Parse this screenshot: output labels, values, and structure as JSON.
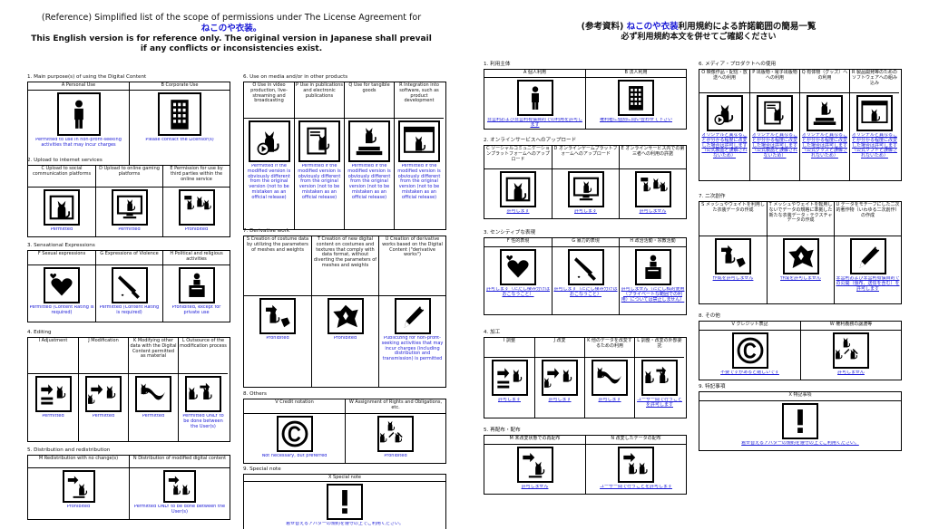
{
  "left_title": {
    "line1": "(Reference) Simplified list of the scope of permissions under The License Agreement for",
    "line2": "ねこのや衣装。",
    "line3": "This English version is for reference only. The original version in Japanese shall prevail if any conflicts or inconsistencies exist."
  },
  "right_title": {
    "line1_a": "(参考資料) ",
    "line1_b": "ねこのや衣装",
    "line1_c": "利用規約による許諾範囲の簡易一覧",
    "line2": "必ず利用規約本文を併せてご確認ください"
  },
  "left": {
    "s1": {
      "title": "1. Main purpose(s) of using the Digital Content",
      "cells": [
        {
          "head": "A Personal Use",
          "icon": "person-icon",
          "result": "Permitted to use in non-profit-seeking activities that may incur charges"
        },
        {
          "head": "B Corporate Use",
          "icon": "building-icon",
          "result": "Please contact the Licensor(s)"
        }
      ]
    },
    "s2": {
      "title": "2. Upload to internet services",
      "cells": [
        {
          "head": "C Upload to social communication platforms",
          "icon": "cat-window-icon",
          "result": "Permitted"
        },
        {
          "head": "D Upload to online gaming platforms",
          "icon": "cat-monitor-icon",
          "result": "Permitted"
        },
        {
          "head": "E Permission for use by third parties within the online service",
          "icon": "cat-group-icon",
          "result": "Prohibited"
        }
      ]
    },
    "s3": {
      "title": "3. Sensational Expressions",
      "cells": [
        {
          "head": "F Sexual expressions",
          "icon": "hearts-icon",
          "result": "Permitted (Content Rating is required)"
        },
        {
          "head": "G Expressions of Violence",
          "icon": "knife-icon",
          "result": "Permitted (Content Rating is required)"
        },
        {
          "head": "H Political and religious activities",
          "icon": "podium-icon",
          "result": "Prohibited, except for private use"
        }
      ]
    },
    "s4": {
      "title": "4. Editing",
      "cells": [
        {
          "head": "I Adjustment",
          "icon": "adjust-icon",
          "result": "Permitted"
        },
        {
          "head": "J Modification",
          "icon": "modify-icon",
          "result": "Permitted"
        },
        {
          "head": "K Modifying other data with the Digital Content permitted as material",
          "icon": "ribbon-cat-icon",
          "result": "Permitted"
        },
        {
          "head": "L Outsource of the modification process",
          "icon": "outsource-icon",
          "result": "Permitted ONLY to be done between the User(s)"
        }
      ]
    },
    "s5": {
      "title": "5. Distribution and redistribution",
      "cells": [
        {
          "head": "M Redistribution with no change(s)",
          "icon": "redistribute-icon",
          "result": "Prohibited"
        },
        {
          "head": "N Distribution of modified digital content",
          "icon": "modified-distribute-icon",
          "result": "Permitted ONLY to be done between the User(s)"
        }
      ]
    },
    "s6": {
      "title": "6. Use on media and/or in other products",
      "cells": [
        {
          "head": "O Use in video production, live-streaming and broadcasting",
          "icon": "cat-video-icon",
          "result": "Permitted if the modified version is obviously different from the original version (not to be mistaken as an official release)"
        },
        {
          "head": "P Use in publications and electronic publications",
          "icon": "cat-document-icon",
          "result": "Permitted if the modified version is obviously different from the original version (not to be mistaken as an official release)"
        },
        {
          "head": "Q Use for tangible goods",
          "icon": "cat-figure-icon",
          "result": "Permitted if the modified version is obviously different from the original version (not to be mistaken as an official release)"
        },
        {
          "head": "R Integration into software, such as product development",
          "icon": "cat-software-icon",
          "result": "Permitted if the modified version is obviously different from the original version (not to be mistaken as an official release)"
        }
      ]
    },
    "s7": {
      "title": "7. Derivative work",
      "cells": [
        {
          "head": "S Creation of costume data by utilizing the parameters of meshes and weights",
          "icon": "mesh-cat-icon",
          "result": "Prohibited"
        },
        {
          "head": "T Creation of new digital content on costumes and textures that comply with data format, without diverting the parameters of meshes and weights",
          "icon": "new-costume-icon",
          "result": "Prohibited"
        },
        {
          "head": "U Creation of derivative works based on the Digital Content (\"derivative works\")",
          "icon": "pen-icon",
          "result": "Publicizing for non-profit-seeking activities that may incur charges (including distribution and transmission) is permitted"
        }
      ]
    },
    "s8": {
      "title": "8. Others",
      "cells": [
        {
          "head": "V Credit notation",
          "icon": "copyright-icon",
          "result": "Not necessary, but preferred"
        },
        {
          "head": "W Assignment of Rights and Obligations, etc.",
          "icon": "assignment-icon",
          "result": "Prohibited"
        }
      ]
    },
    "s9": {
      "title": "9. Special note",
      "cells": [
        {
          "head": "X Special note",
          "icon": "exclamation-icon",
          "result": "着せ替えるアバターの規約を遵守の上でご利用ください。"
        }
      ]
    }
  },
  "right": {
    "s1": {
      "title": "1. 利用主体",
      "cells": [
        {
          "head": "A 個人利用",
          "icon": "person-icon",
          "result": "非営利および非営利有償目的での利用を許可します"
        },
        {
          "head": "B 法人利用",
          "icon": "building-icon",
          "result": "権利者に個別に問い合わせて下さい"
        }
      ]
    },
    "s2": {
      "title": "2. オンラインサービスへのアップロード",
      "cells": [
        {
          "head": "C ソーシャルコミュニケーションプラットフォームへのアップロード",
          "icon": "cat-window-icon",
          "result": "許可します"
        },
        {
          "head": "D オンラインゲームプラットフォームへのアップロード",
          "icon": "cat-monitor-icon",
          "result": "許可します"
        },
        {
          "head": "E オンラインサービス内での第三者への利用の許諾",
          "icon": "cat-group-icon",
          "result": "許可しません"
        }
      ]
    },
    "s3": {
      "title": "3. センシティブな表現",
      "cells": [
        {
          "head": "F 性的表現",
          "icon": "hearts-icon",
          "result": "許可します（ただし棲み分けはおこなうこと）"
        },
        {
          "head": "G 暴力的表現",
          "icon": "knife-icon",
          "result": "許可します（ただし棲み分けはおこなうこと）"
        },
        {
          "head": "H 政治活動・宗教活動",
          "icon": "podium-icon",
          "result": "許可しません（ただし私的使用（プライベートな範囲での利用）については禁止しません）"
        }
      ]
    },
    "s4": {
      "title": "4. 加工",
      "cells": [
        {
          "head": "I 調整",
          "icon": "adjust-icon",
          "result": "許可します"
        },
        {
          "head": "J 改変",
          "icon": "modify-icon",
          "result": "許可します"
        },
        {
          "head": "K 他のデータを改変するための利用",
          "icon": "ribbon-cat-icon",
          "result": "許可します"
        },
        {
          "head": "L 調整・改変の外部委託",
          "icon": "outsource-icon",
          "result": "ユーザー間で行うことを許可します"
        }
      ]
    },
    "s5": {
      "title": "5. 再配布・配布",
      "cells": [
        {
          "head": "M 未改変状態での再配布",
          "icon": "redistribute-icon",
          "result": "許可しません"
        },
        {
          "head": "N 改変したデータの配布",
          "icon": "modified-distribute-icon",
          "result": "ユーザー間で行うことを許可します"
        }
      ]
    },
    "s6": {
      "title": "6. メディア・プロダクトへの使用",
      "cells": [
        {
          "head": "O 映像作品・配信・放送への利用",
          "icon": "cat-video-icon",
          "result": "オリジナルと異なることが分かる程度に改変した場合は許可します（公式製品と誤解されないため）"
        },
        {
          "head": "P 出版物・電子出版物への利用",
          "icon": "cat-document-icon",
          "result": "オリジナルと異なることが分かる程度に改変した場合は許可します（公式製品と誤解されないため）"
        },
        {
          "head": "Q 有体物（グッズ）への利用",
          "icon": "cat-figure-icon",
          "result": "オリジナルと異なることが分かる程度に改変した場合は許可します（公式グッズと誤解されないため）"
        },
        {
          "head": "R 製品開発等のためのソフトウェアへの組み込み",
          "icon": "cat-software-icon",
          "result": "オリジナルと異なることが分かる程度に改変した場合は許可します（公式ソフトと誤解されないため）"
        }
      ]
    },
    "s7": {
      "title": "7. 二次創作",
      "cells": [
        {
          "head": "S メッシュやウェイトを利用した衣装データの作成",
          "icon": "mesh-cat-icon",
          "result": "作成を許可しません"
        },
        {
          "head": "T メッシュやウェイトを転用しないでデータの規格に準拠した新たな衣装データ・テクスチャデータの作成",
          "icon": "new-costume-icon",
          "result": "作成を許可しません"
        },
        {
          "head": "U データをモチーフにした二次的著作物（いわゆる二次創作）の作成",
          "icon": "pen-icon",
          "result": "非営利および非営利有償目的での公開（頒布、送信を含む）を許可します"
        }
      ]
    },
    "s8": {
      "title": "8. その他",
      "cells": [
        {
          "head": "V クレジット表記",
          "icon": "copyright-icon",
          "result": "不要ですがあると嬉しいです"
        },
        {
          "head": "W 権利義務の譲渡等",
          "icon": "assignment-icon",
          "result": "許可しません"
        }
      ]
    },
    "s9": {
      "title": "9. 特記事項",
      "cells": [
        {
          "head": "X 特記事項",
          "icon": "exclamation-icon",
          "result": "着せ替えるアバターの規約を遵守の上でご利用ください。"
        }
      ]
    }
  }
}
